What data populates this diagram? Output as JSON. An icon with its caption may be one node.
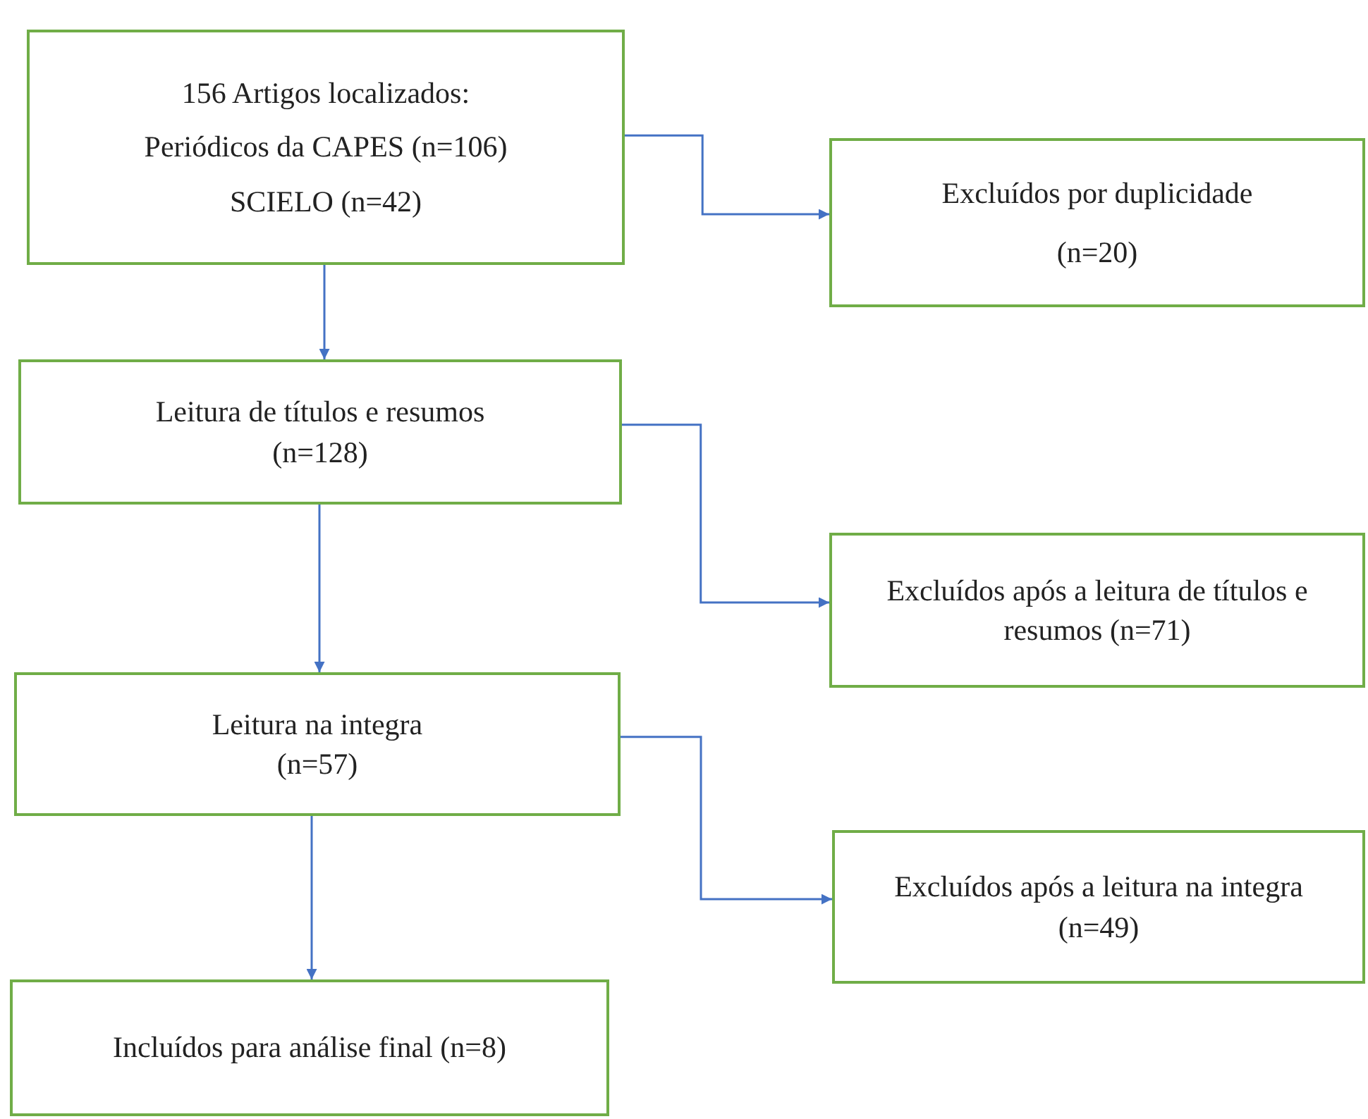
{
  "diagram": {
    "nodes": [
      {
        "text": [
          "156 Artigos localizados:",
          "Periódicos da CAPES (n=106)",
          "SCIELO (n=42)"
        ]
      },
      {
        "text": [
          "Excluídos por duplicidade",
          "(n=20)"
        ]
      },
      {
        "text": [
          "Leitura de títulos e resumos (n=128)"
        ]
      },
      {
        "text": [
          "Excluídos após a leitura de títulos e resumos (n=71)"
        ]
      },
      {
        "text": [
          "Leitura na integra (n=57)"
        ]
      },
      {
        "text": [
          "Excluídos após a leitura na integra (n=49)"
        ]
      },
      {
        "text": [
          "Incluídos para análise final (n=8)"
        ]
      }
    ],
    "edges": [
      {
        "from": 0,
        "to": 1,
        "arrow": "to"
      },
      {
        "from": 0,
        "to": 2,
        "arrow": "to"
      },
      {
        "from": 2,
        "to": 3,
        "arrow": "to"
      },
      {
        "from": 2,
        "to": 4,
        "arrow": "to"
      },
      {
        "from": 4,
        "to": 5,
        "arrow": "to"
      },
      {
        "from": 4,
        "to": 6,
        "arrow": "to"
      }
    ]
  }
}
